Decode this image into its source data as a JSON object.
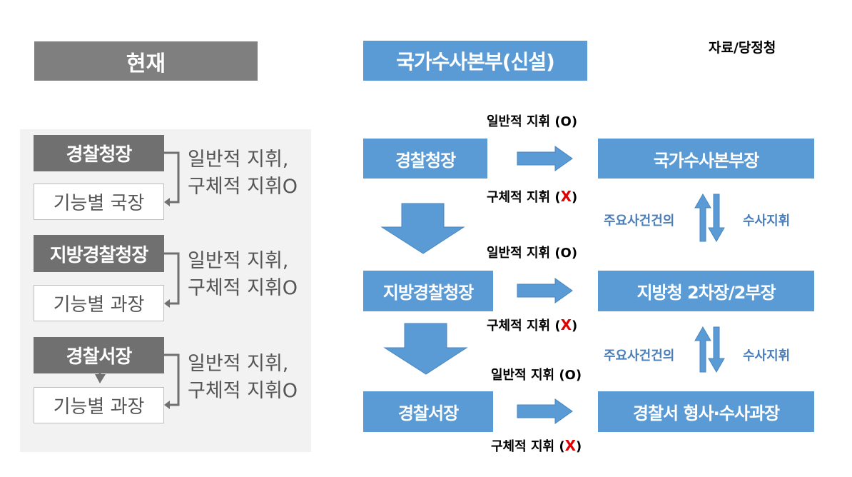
{
  "header": {
    "current_label": "현재",
    "new_label": "국가수사본부(신설)",
    "source": "자료/당정청"
  },
  "current": {
    "levels": [
      {
        "head": "경찰청장",
        "sub": "기능별 국장",
        "line1": "일반적 지휘,",
        "line2": "구체적 지휘O"
      },
      {
        "head": "지방경찰청장",
        "sub": "기능별 과장",
        "line1": "일반적 지휘,",
        "line2": "구체적 지휘O"
      },
      {
        "head": "경찰서장",
        "sub": "기능별 과장",
        "line1": "일반적 지휘,",
        "line2": "구체적 지휘O"
      }
    ]
  },
  "new": {
    "levels": [
      {
        "left": "경찰청장",
        "right": "국가수사본부장",
        "general": "일반적 지휘 (O)",
        "specific": "구체적 지휘 (",
        "x": "X",
        "close": ")"
      },
      {
        "left": "지방경찰청장",
        "right": "지방청 2차장/2부장",
        "general": "일반적 지휘 (O)",
        "specific": "구체적 지휘 (",
        "x": "X",
        "close": ")"
      },
      {
        "left": "경찰서장",
        "right": "경찰서 형사·수사과장",
        "general": "일반적 지휘 (O)",
        "specific": "구체적 지휘 (",
        "x": "X",
        "close": ")"
      }
    ],
    "side": [
      {
        "left": "주요사건건의",
        "right": "수사지휘"
      },
      {
        "left": "주요사건건의",
        "right": "수사지휘"
      }
    ]
  },
  "colors": {
    "gray_header": "#7f7f7f",
    "gray_box": "#707070",
    "blue": "#5b9bd5",
    "red": "#e00000",
    "blue_text": "#4a7ebb"
  }
}
